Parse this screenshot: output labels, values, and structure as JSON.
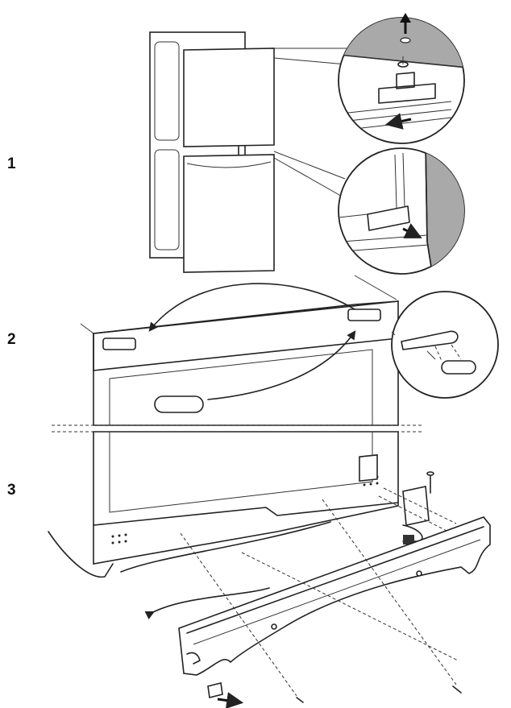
{
  "steps": [
    "1",
    "2",
    "3"
  ],
  "colors": {
    "line": "#222222",
    "shade": "#a9a9a9",
    "background": "#ffffff"
  }
}
